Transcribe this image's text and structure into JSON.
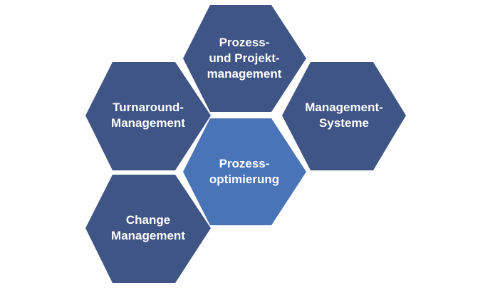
{
  "colors": {
    "hex_dark": "#3e5585",
    "hex_highlight": "#4a74b8",
    "text": "#ffffff",
    "background": "#ffffff"
  },
  "hexagons": [
    {
      "id": "prozess-projektmanagement",
      "label": "Prozess-\nund Projekt-\nmanagement",
      "highlight": false
    },
    {
      "id": "turnaround-management",
      "label": "Turnaround-\nManagement",
      "highlight": false
    },
    {
      "id": "management-systeme",
      "label": "Management-\nSysteme",
      "highlight": false
    },
    {
      "id": "prozessoptimierung",
      "label": "Prozess-\noptimierung",
      "highlight": true
    },
    {
      "id": "change-management",
      "label": "Change\nManagement",
      "highlight": false
    }
  ]
}
